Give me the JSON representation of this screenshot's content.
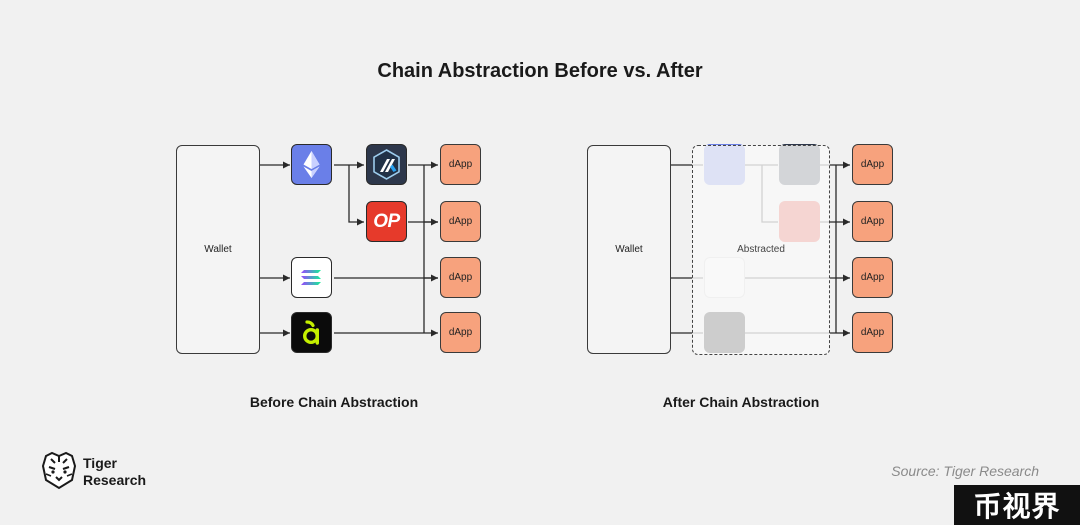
{
  "title": "Chain Abstraction Before vs. After",
  "before": {
    "caption": "Before Chain Abstraction",
    "wallet_label": "Wallet",
    "chains": [
      "ethereum-icon",
      "arbitrum-icon",
      "optimism-icon",
      "solana-icon",
      "aptos-icon"
    ],
    "optimism_text": "OP",
    "dapps": [
      "dApp",
      "dApp",
      "dApp",
      "dApp"
    ]
  },
  "after": {
    "caption": "After Chain Abstraction",
    "wallet_label": "Wallet",
    "abstracted_label": "Abstracted",
    "dapps": [
      "dApp",
      "dApp",
      "dApp",
      "dApp"
    ]
  },
  "brand": {
    "line1": "Tiger",
    "line2": "Research"
  },
  "source": "Source: Tiger Research",
  "watermark": "币视界",
  "colors": {
    "background": "#f1f1f1",
    "dapp_fill": "#f7a27d",
    "ethereum": "#6a7fe8",
    "arbitrum": "#2d374b",
    "optimism": "#e63a2b",
    "aptos_bg": "#0b0b0b",
    "aptos_accent": "#c5f000"
  }
}
